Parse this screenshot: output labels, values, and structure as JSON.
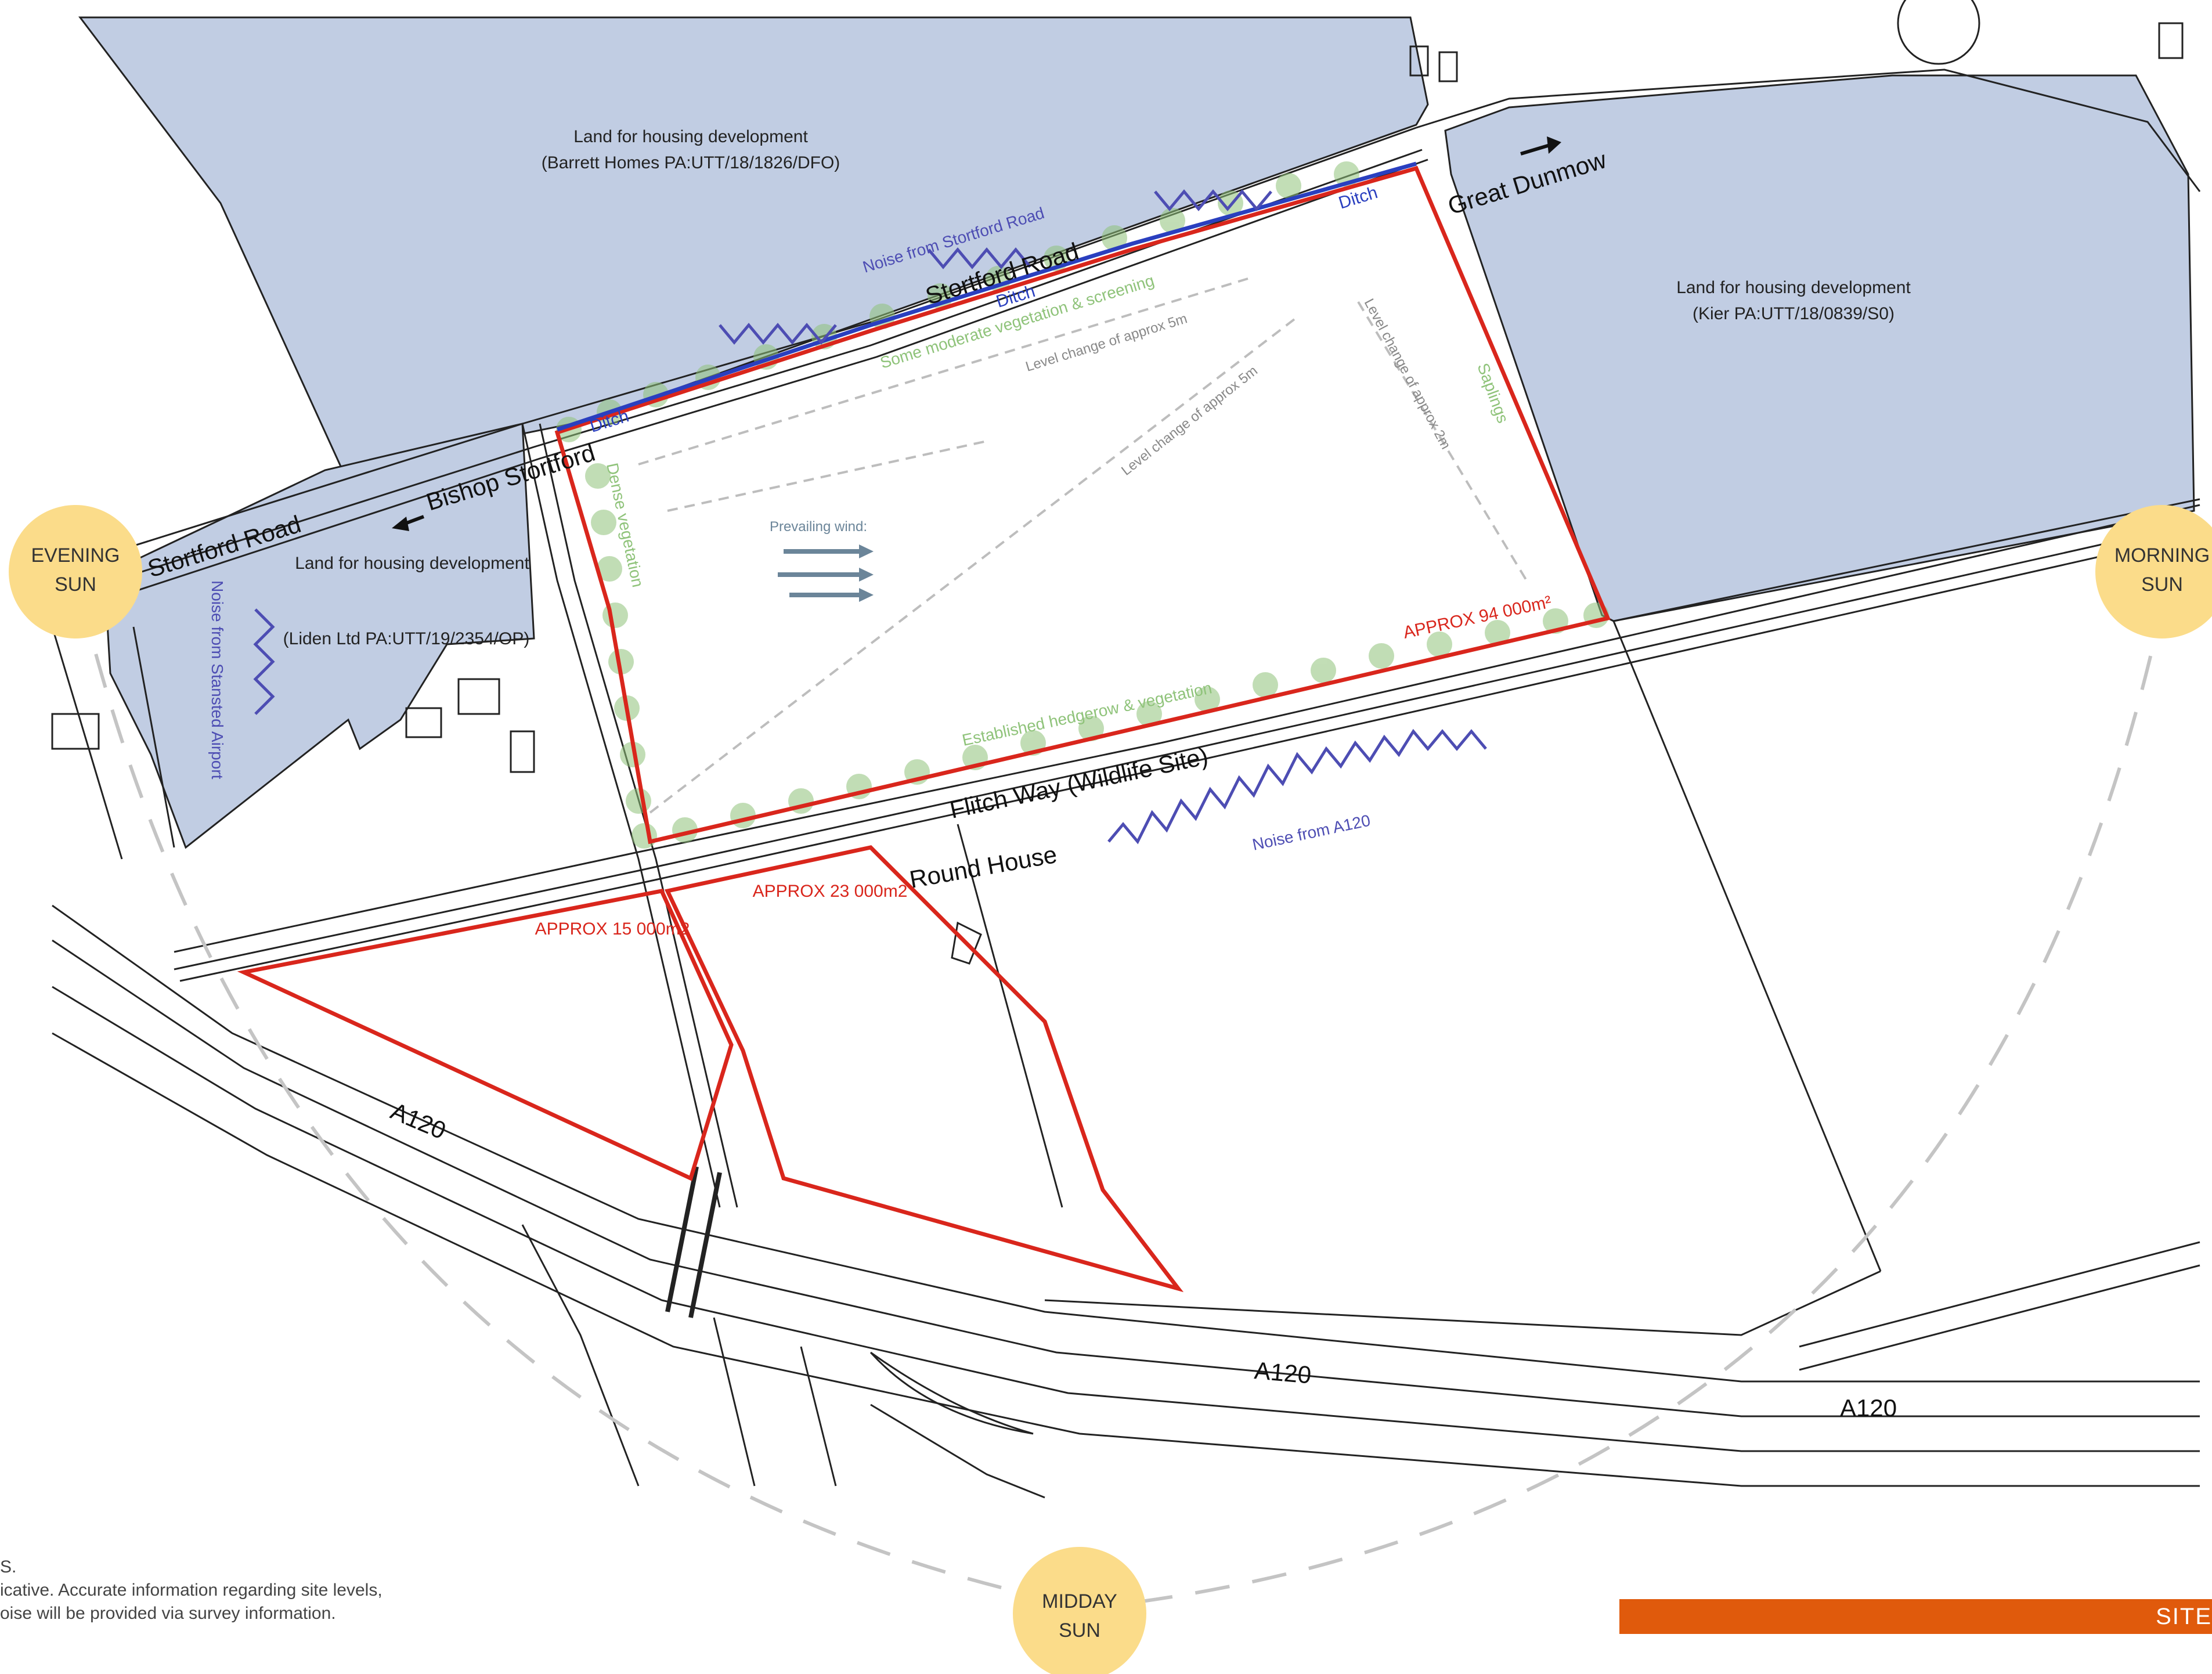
{
  "colors": {
    "development_land": "#c1cde3",
    "site_boundary": "#d9261c",
    "ditch": "#2a3fbf",
    "vegetation": "#8fc37a",
    "noise": "#4d4db3",
    "sun": "#fbdc8a",
    "wind": "#6b8599",
    "banner": "#e05a0c",
    "road_line": "#222222"
  },
  "suns": {
    "evening": "EVENING\nSUN",
    "morning": "MORNING\nSUN",
    "midday": "MIDDAY\nSUN"
  },
  "development_areas": [
    {
      "name": "Land for housing development",
      "detail": "(Barrett Homes PA:UTT/18/1826/DFO)"
    },
    {
      "name": "Land for housing development",
      "detail": "(Kier PA:UTT/18/0839/S0)"
    },
    {
      "name": "Land for housing development",
      "detail": "(Liden Ltd PA:UTT/19/2354/OP)"
    }
  ],
  "roads": {
    "stortford_road_1": "Stortford Road",
    "stortford_road_2": "Stortford Road",
    "flitch_way": "Flitch Way (Wildlife Site)",
    "a120_1": "A120",
    "a120_2": "A120",
    "a120_3": "A120"
  },
  "directions": {
    "bishop_stortford": "Bishop Stortford",
    "great_dunmow": "Great Dunmow"
  },
  "site_areas": {
    "main": "APPROX 94 000m²",
    "south_east": "APPROX 23 000m2",
    "south_west": "APPROX 15 000m2"
  },
  "features": {
    "ditch": "Ditch",
    "noise_stortford": "Noise from Stortford Road",
    "noise_a120": "Noise from A120",
    "noise_airport": "Noise from Stansted Airport",
    "moderate_vegetation": "Some moderate vegetation & screening",
    "dense_vegetation": "Dense vegetation",
    "saplings": "Saplings",
    "hedgerow": "Established hedgerow & vegetation",
    "level_change_5m": "Level change of approx 5m",
    "level_change_2m": "Level change of approx 2m",
    "prevailing_wind": "Prevailing wind:",
    "round_house": "Round House"
  },
  "notes": {
    "line1": "S.",
    "line2": "icative. Accurate information regarding site levels,",
    "line3": "oise will be provided via survey information."
  },
  "banner": {
    "label": "SITE"
  }
}
